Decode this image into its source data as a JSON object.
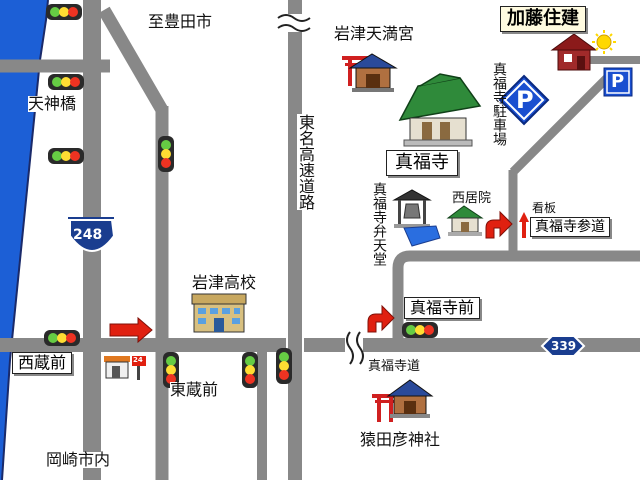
{
  "map": {
    "company_name": "加藤住建",
    "places": {
      "toyota_direction": "至豊田市",
      "iwazu_tenmangu": "岩津天満宮",
      "shinpukuji": "真福寺",
      "shinpukuji_parking": "真福寺駐車場",
      "tenjinbashi": "天神橋",
      "tomei_expressway": "東名高速道路",
      "saikyoin": "西居院",
      "signboard": "看板",
      "shinpukuji_sando": "真福寺参道",
      "shinpukuji_bentendo": "真福寺弁天堂",
      "iwazu_high_school": "岩津高校",
      "shinpukuji_mae": "真福寺前",
      "nishikura_mae": "西蔵前",
      "higashikura_mae": "東蔵前",
      "shinpukuji_road": "真福寺道",
      "sarutahiko_shrine": "猿田彦神社",
      "okazaki_city": "岡崎市内"
    },
    "route_shields": {
      "r248": "248",
      "r339": "339"
    },
    "store_number": "24",
    "parking_symbol": "P",
    "colors": {
      "road": "#888888",
      "river": "#1c5fd6",
      "route_arrow": "#e02010",
      "shield_national": "#1a3d8f",
      "shield_pref": "#1a3d8f",
      "company_house": "#8b1a1a",
      "sun": "#ffd800"
    }
  }
}
